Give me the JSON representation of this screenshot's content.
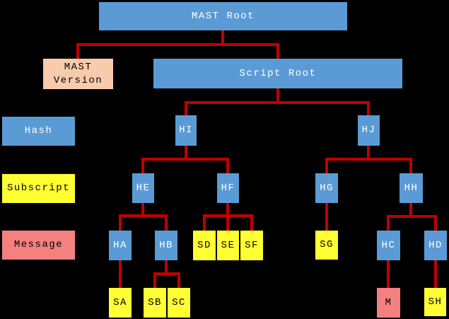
{
  "nodes": {
    "mast_root": "MAST Root",
    "mast_version": "MAST Version",
    "script_root": "Script Root",
    "hi": "HI",
    "hj": "HJ",
    "he": "HE",
    "hf": "HF",
    "hg": "HG",
    "hh": "HH",
    "ha": "HA",
    "hb": "HB",
    "sd": "SD",
    "se": "SE",
    "sf": "SF",
    "sg": "SG",
    "hc": "HC",
    "hd": "HD",
    "sa": "SA",
    "sb": "SB",
    "sc": "SC",
    "m": "M",
    "sh": "SH"
  },
  "legend": {
    "hash": "Hash",
    "subscript": "Subscript",
    "message": "Message"
  },
  "node_types": {
    "blue_means": "Hash",
    "yellow_means": "Subscript",
    "salmon_means": "Message",
    "peach_means": "MAST Version"
  },
  "tree": {
    "MAST Root": [
      "MAST Version",
      "Script Root"
    ],
    "Script Root": [
      "HI",
      "HJ"
    ],
    "HI": [
      "HE",
      "HF"
    ],
    "HJ": [
      "HG",
      "HH"
    ],
    "HE": [
      "HA",
      "HB"
    ],
    "HF": [
      "SD",
      "SE",
      "SF"
    ],
    "HG": [
      "SG"
    ],
    "HH": [
      "HC",
      "HD"
    ],
    "HA": [
      "SA"
    ],
    "HB": [
      "SB",
      "SC"
    ],
    "HC": [
      "M"
    ],
    "HD": [
      "SH"
    ]
  },
  "colors": {
    "hash_blue": "#5B9BD5",
    "subscript_yellow": "#FFFF33",
    "message_red": "#F48080",
    "version_peach": "#F8CBAD",
    "connector": "#C00000",
    "background": "#000000"
  }
}
